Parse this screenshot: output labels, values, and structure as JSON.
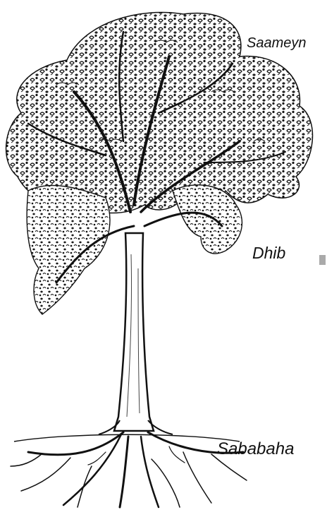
{
  "figure": {
    "labels": {
      "leaves": "Saameyn",
      "trunk": "Dhib",
      "roots": "Sababaha"
    },
    "illustration": "tree-with-roots"
  },
  "colors": {
    "ink": "#111111",
    "background": "#ffffff",
    "marker": "#aaaaaa"
  }
}
